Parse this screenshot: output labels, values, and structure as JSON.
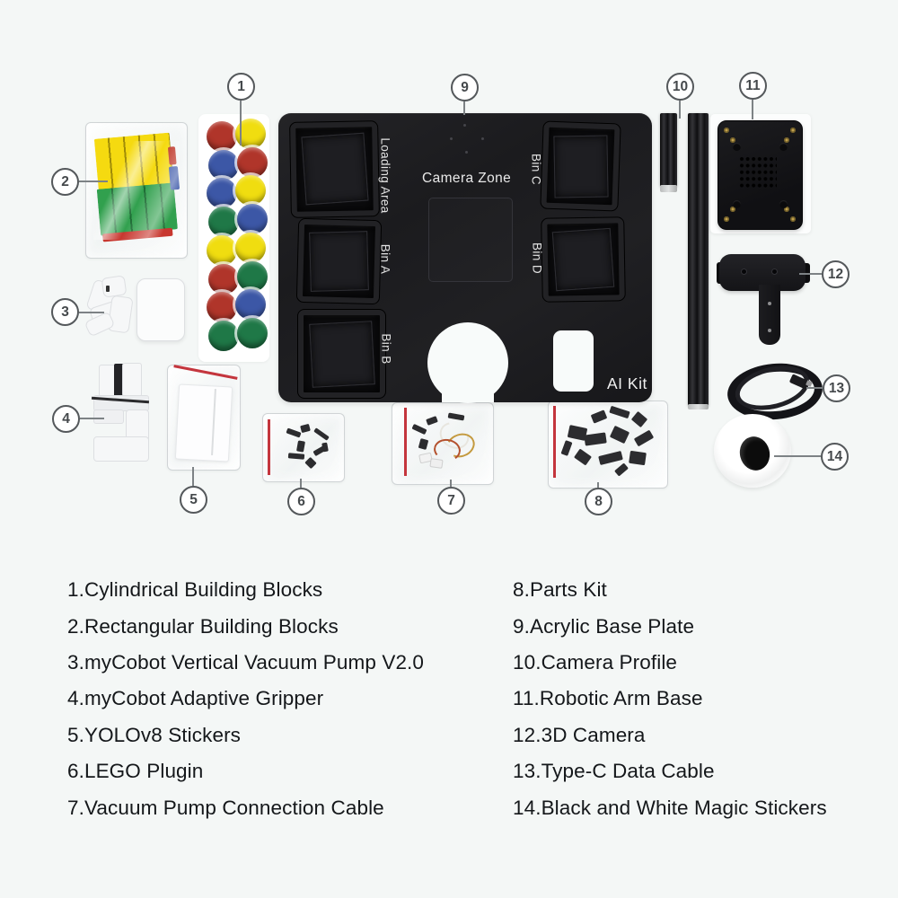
{
  "callouts": [
    "1",
    "2",
    "3",
    "4",
    "5",
    "6",
    "7",
    "8",
    "9",
    "10",
    "11",
    "12",
    "13",
    "14"
  ],
  "plate": {
    "color": "#1d1d1f",
    "labels": {
      "loading_area": "Loading Area",
      "camera_zone": "Camera Zone",
      "bin_a": "Bin A",
      "bin_b": "Bin B",
      "bin_c": "Bin C",
      "bin_d": "Bin D",
      "ai_kit": "AI Kit"
    }
  },
  "cylinders": {
    "rows": [
      [
        "red",
        "yellow"
      ],
      [
        "blue",
        "red"
      ],
      [
        "blue",
        "yellow"
      ],
      [
        "green",
        "blue"
      ],
      [
        "yellow",
        "yellow"
      ],
      [
        "red",
        "green"
      ],
      [
        "red",
        "blue"
      ],
      [
        "green",
        "green"
      ]
    ],
    "palette": {
      "red": "#b0352a",
      "yellow": "#f0dd10",
      "blue": "#3c57a6",
      "green": "#1f7847"
    }
  },
  "block_colors": {
    "yellow": "#f5da10",
    "green": "#31a04e",
    "red": "#c8372f",
    "blue": "#3b57a8"
  },
  "accents": {
    "zip_red": "#c4353d",
    "background": "#f4f7f6",
    "callout_border": "#54585b"
  },
  "parts_list": {
    "left": [
      "1.Cylindrical Building Blocks",
      "2.Rectangular Building Blocks",
      "3.myCobot Vertical Vacuum Pump V2.0",
      "4.myCobot Adaptive Gripper",
      "5.YOLOv8 Stickers",
      "6.LEGO Plugin",
      "7.Vacuum Pump Connection Cable"
    ],
    "right": [
      "8.Parts Kit",
      "9.Acrylic Base Plate",
      "10.Camera Profile",
      "11.Robotic Arm Base",
      "12.3D Camera",
      "13.Type-C Data Cable",
      "14.Black and White Magic Stickers"
    ]
  }
}
